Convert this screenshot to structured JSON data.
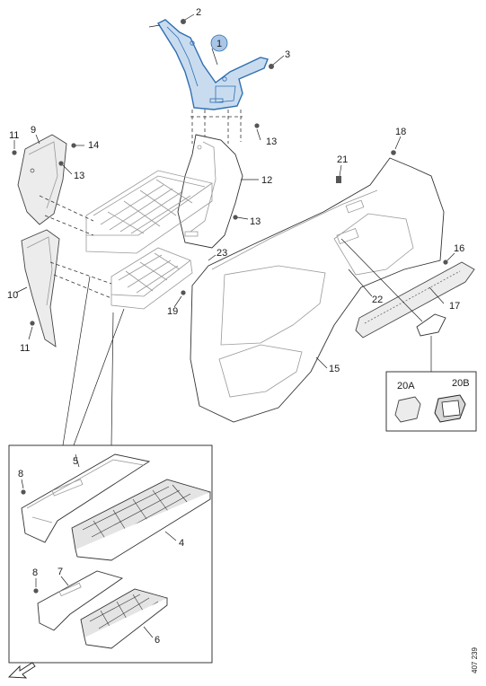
{
  "callouts": {
    "c1": "1",
    "c2": "2",
    "c3": "3",
    "c4": "4",
    "c5": "5",
    "c6": "6",
    "c7": "7",
    "c8a": "8",
    "c8b": "8",
    "c9": "9",
    "c10": "10",
    "c11a": "11",
    "c11b": "11",
    "c12": "12",
    "c13a": "13",
    "c13b": "13",
    "c13c": "13",
    "c14": "14",
    "c15": "15",
    "c16": "16",
    "c17": "17",
    "c18": "18",
    "c19": "19",
    "c20a": "20A",
    "c20b": "20B",
    "c21": "21",
    "c22": "22",
    "c23": "23"
  },
  "document_ref": "407 239",
  "colors": {
    "highlight_fill": "#c9dcef",
    "highlight_stroke": "#2f6fb0",
    "badge_fill": "#a9c6e6",
    "line": "#222222"
  },
  "icons": [
    "direction-arrow-icon"
  ]
}
